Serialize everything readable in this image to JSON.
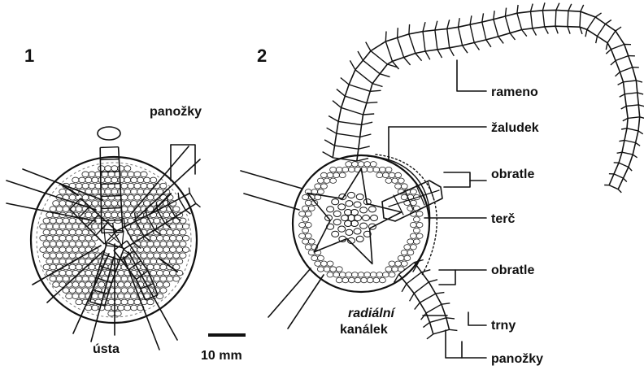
{
  "figure": {
    "panel_1": {
      "number": "1",
      "labels": {
        "podia": "panožky",
        "mouth": "ústa"
      }
    },
    "panel_2": {
      "number": "2",
      "labels": {
        "arm": "rameno",
        "stomach": "žaludek",
        "vertebrae_top": "obratle",
        "disc": "terč",
        "vertebrae_bottom": "obratle",
        "radial_canal_line1": "radiální",
        "radial_canal_line2": "kanálek",
        "spines": "trny",
        "podia": "panožky"
      }
    },
    "scale_bar": {
      "label": "10 mm"
    }
  }
}
